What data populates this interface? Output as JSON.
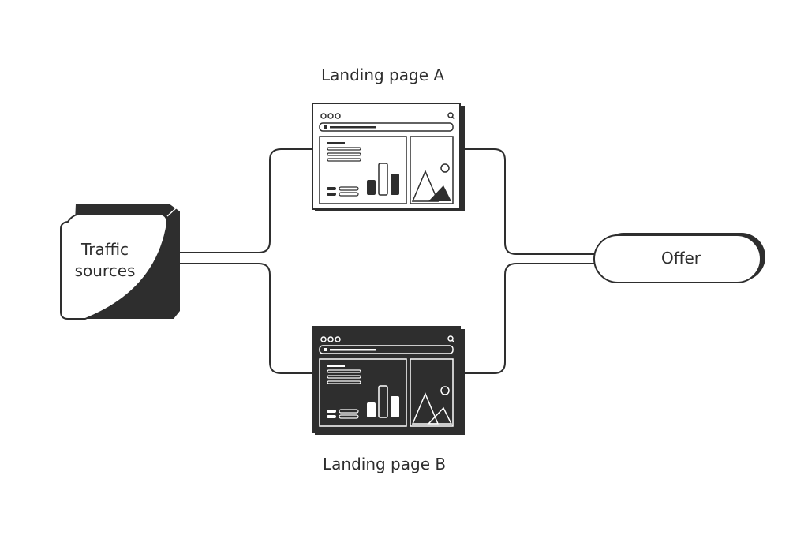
{
  "colors": {
    "ink": "#2e2e2e",
    "paper": "#ffffff"
  },
  "nodes": {
    "traffic_sources": {
      "line1": "Traffic",
      "line2": "sources"
    },
    "landing_a": {
      "label": "Landing page A",
      "theme": "light"
    },
    "landing_b": {
      "label": "Landing page B",
      "theme": "dark"
    },
    "offer": {
      "label": "Offer"
    }
  },
  "edges": [
    {
      "from": "traffic_sources",
      "to": "landing_a"
    },
    {
      "from": "traffic_sources",
      "to": "landing_b"
    },
    {
      "from": "landing_a",
      "to": "offer"
    },
    {
      "from": "landing_b",
      "to": "offer"
    }
  ],
  "icons": [
    "browser-window-icon",
    "bar-chart-icon",
    "image-placeholder-icon",
    "search-icon"
  ]
}
